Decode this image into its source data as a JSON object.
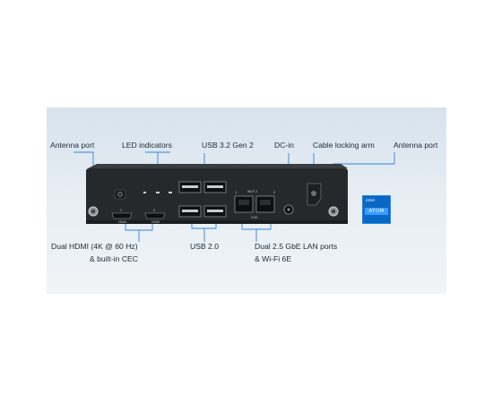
{
  "labels": {
    "antenna_port_left": "Antenna port",
    "led_indicators": "LED indicators",
    "usb32": "USB 3.2 Gen 2",
    "dc_in": "DC-in",
    "cable_lock": "Cable locking arm",
    "antenna_port_right": "Antenna port",
    "hdmi_line1": "Dual HDMI (4K @ 60 Hz)",
    "hdmi_line2": "& built-in CEC",
    "usb20": "USB 2.0",
    "lan_line1": "Dual 2.5 GbE LAN ports",
    "lan_line2": "& Wi-Fi 6E"
  },
  "device": {
    "hdmi_port_1_num": "1",
    "hdmi_port_2_num": "2",
    "hdmi_tag": "HDMI",
    "lan_port_1_num": "1",
    "lan_port_2_num": "2",
    "lan_tag_top": "Wi-Fi 2",
    "lan_tag_bottom": "2.5G"
  },
  "intel_badge": {
    "brand": "intel",
    "product": "ATOM"
  },
  "colors": {
    "callout_line": "#2e86d9",
    "chassis": "#26292c",
    "intel_blue": "#0a68c4"
  }
}
